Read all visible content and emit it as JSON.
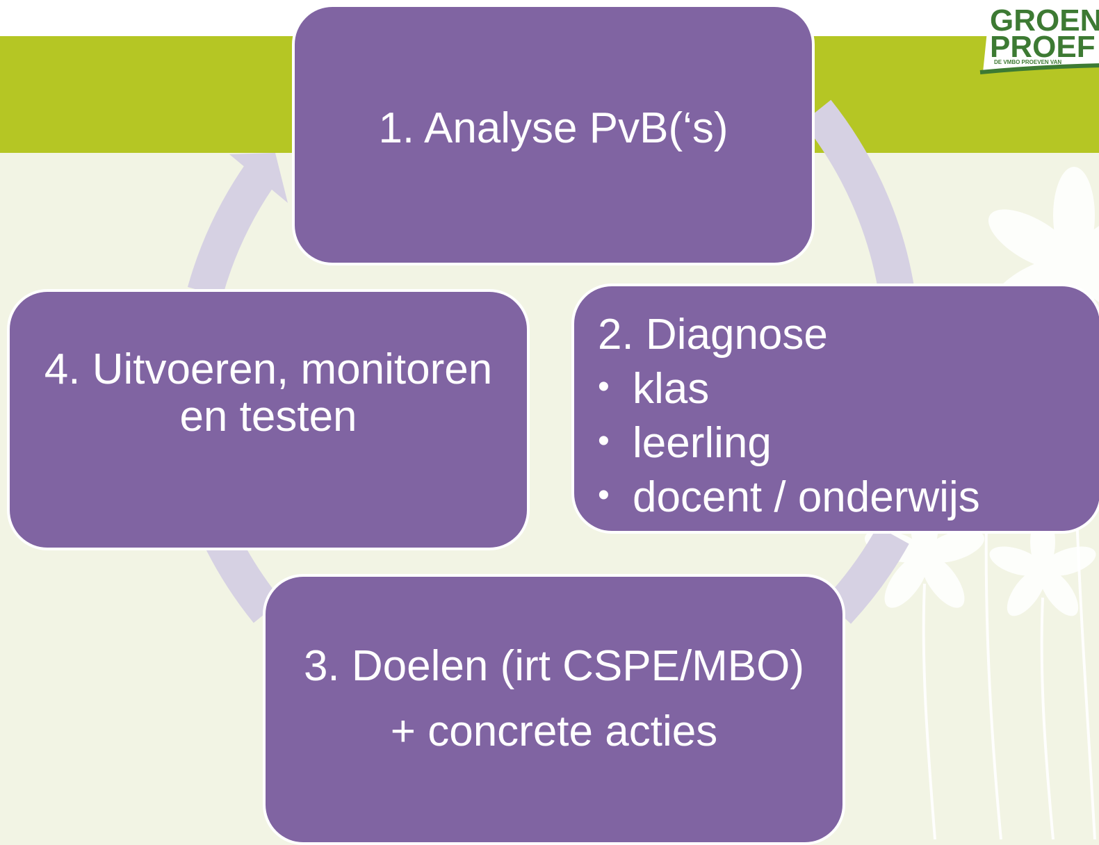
{
  "slide": {
    "logo_text": [
      "GROEN",
      "PROEF"
    ],
    "logo_tagline": "DE VMBO PROEVEN VAN",
    "colors": {
      "band": "#b5c624",
      "box": "#8064a2",
      "ring": "#d6d1e3",
      "background": "#f2f4e4"
    }
  },
  "cycle": {
    "step1": "1. Analyse PvB(‘s)",
    "step2": {
      "title": "2. Diagnose",
      "bullets": [
        "klas",
        "leerling",
        "docent / onderwijs"
      ]
    },
    "step3": {
      "line1": "3. Doelen (irt CSPE/MBO)",
      "line2": "+ concrete acties"
    },
    "step4": {
      "line1": "4. Uitvoeren, monitoren",
      "line2": "en testen"
    }
  }
}
